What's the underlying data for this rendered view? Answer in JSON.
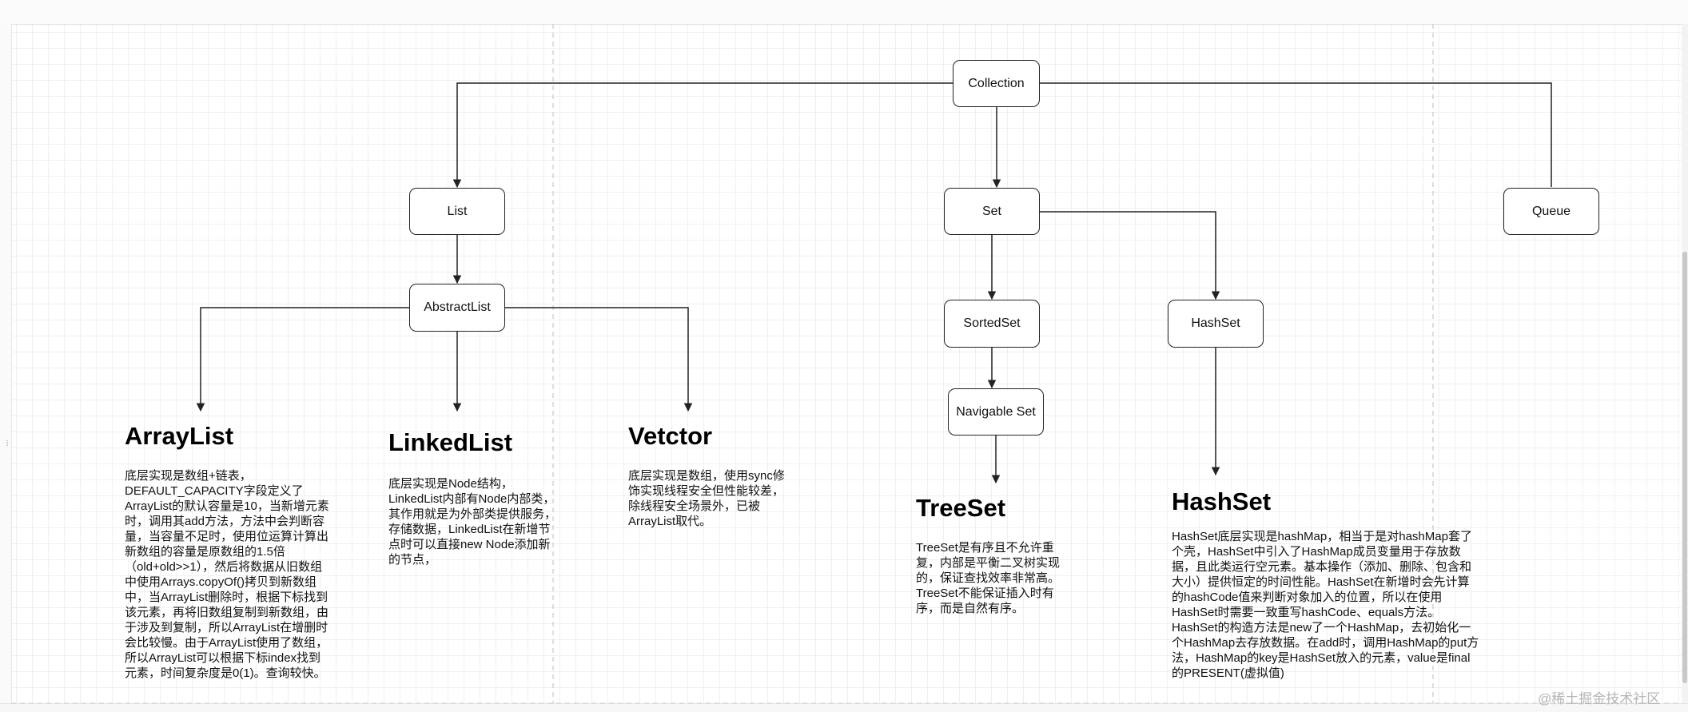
{
  "nodes": {
    "collection": "Collection",
    "list": "List",
    "set": "Set",
    "queue": "Queue",
    "abstract_list": "AbstractList",
    "sorted_set": "SortedSet",
    "hash_set_node": "HashSet",
    "navigable_set": "Navigable Set"
  },
  "sections": {
    "arraylist": {
      "title": "ArrayList",
      "desc": "底层实现是数组+链表，DEFAULT_CAPACITY字段定义了ArrayList的默认容量是10，当新增元素时，调用其add方法，方法中会判断容量，当容量不足时，使用位运算计算出新数组的容量是原数组的1.5倍（old+old>>1），然后将数据从旧数组中使用Arrays.copyOf()拷贝到新数组中，当ArrayList删除时，根据下标找到该元素，再将旧数组复制到新数组，由于涉及到复制，所以ArrayList在增删时会比较慢。由于ArrayList使用了数组，所以ArrayList可以根据下标index找到元素，时间复杂度是0(1)。查询较快。"
    },
    "linkedlist": {
      "title": "LinkedList",
      "desc": "底层实现是Node结构，LinkedList内部有Node内部类，其作用就是为外部类提供服务，存储数据，LinkedList在新增节点时可以直接new Node添加新的节点，"
    },
    "vector": {
      "title": "Vetctor",
      "desc": "底层实现是数组，使用sync修饰实现线程安全但性能较差，除线程安全场景外，已被ArrayList取代。"
    },
    "treeset": {
      "title": "TreeSet",
      "desc": "TreeSet是有序且不允许重复，内部是平衡二叉树实现的，保证查找效率非常高。TreeSet不能保证插入时有序，而是自然有序。"
    },
    "hashset": {
      "title": "HashSet",
      "desc": "HashSet底层实现是hashMap，相当于是对hashMap套了个壳，HashSet中引入了HashMap成员变量用于存放数据，且此类运行空元素。基本操作（添加、删除、包含和大小）提供恒定的时间性能。HashSet在新增时会先计算的hashCode值来判断对象加入的位置，所以在使用HashSet时需要一致重写hashCode、equals方法。HashSet的构造方法是new了一个HashMap，去初始化一个HashMap去存放数据。在add时，调用HashMap的put方法，HashMap的key是HashSet放入的元素，value是final的PRESENT(虚拟值)"
    }
  },
  "watermark": "@稀土掘金技术社区",
  "colors": {
    "edge": "#222222",
    "grid": "#f0f0f0",
    "node_border": "#222222"
  }
}
